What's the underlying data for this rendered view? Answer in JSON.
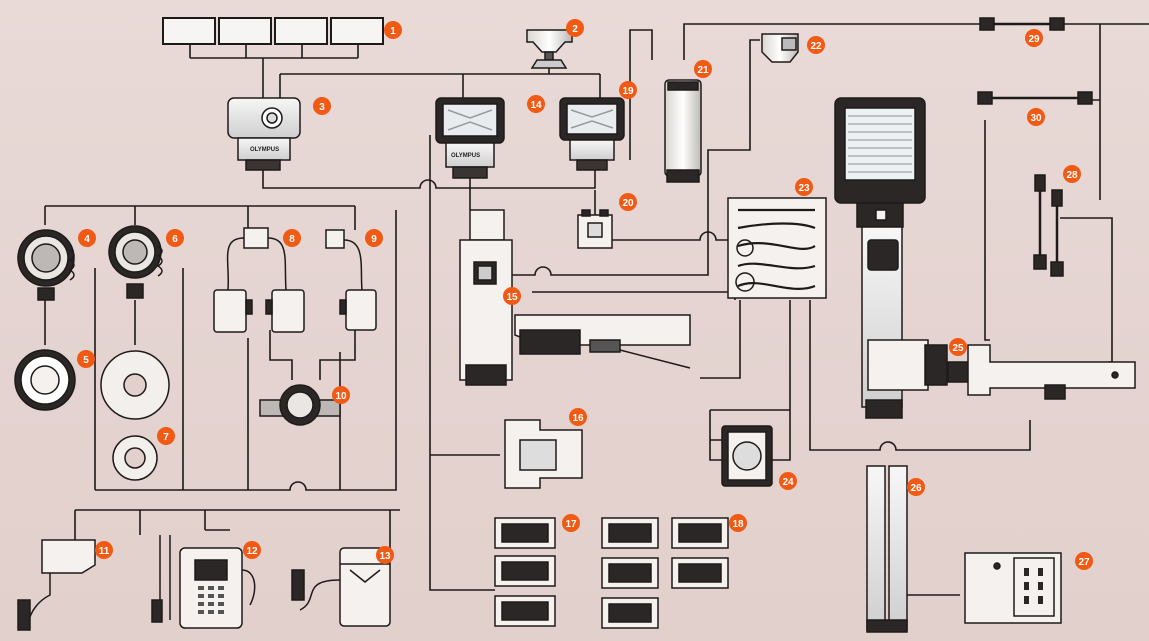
{
  "diagram": {
    "brand_label": "OLYMPUS",
    "badges": [
      "1",
      "2",
      "3",
      "4",
      "5",
      "6",
      "7",
      "8",
      "9",
      "10",
      "11",
      "12",
      "13",
      "14",
      "15",
      "16",
      "17",
      "18",
      "19",
      "20",
      "21",
      "22",
      "23",
      "24",
      "25",
      "26",
      "27",
      "28",
      "29",
      "30"
    ]
  },
  "colors": {
    "background": "#e6d6d3",
    "line": "#1e1a1a",
    "badge": "#f05a14",
    "device_light": "#f4f1ee",
    "device_dark": "#2b2727"
  }
}
